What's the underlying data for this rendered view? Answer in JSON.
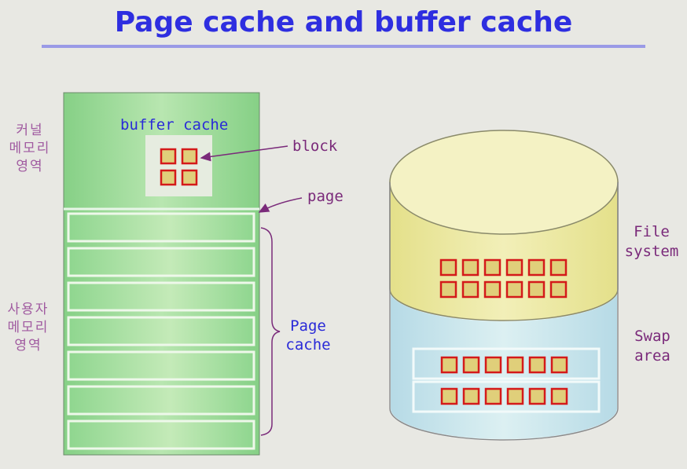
{
  "title": "Page cache and buffer cache",
  "labels": {
    "buffer_cache": "buffer cache",
    "block": "block",
    "page": "page",
    "page_cache": [
      "Page",
      "cache"
    ],
    "file_system": [
      "File",
      "system"
    ],
    "swap_area": [
      "Swap",
      "area"
    ],
    "kernel_memory": [
      "커널",
      "메모리",
      "영역"
    ],
    "user_memory": [
      "사용자",
      "메모리",
      "영역"
    ]
  },
  "colors": {
    "title": "#2e2ee0",
    "title_rule": "#9a9ae6",
    "memory_fill": "#8fd68f",
    "block_fill": "#e0cf7a",
    "block_border": "#d41a1a",
    "disk_top": "#f4f2c4",
    "disk_file_system": "#ecea9c",
    "disk_swap": "#c6e2ec",
    "label_purple": "#7a2a7a",
    "label_blue": "#2a2ad8"
  }
}
